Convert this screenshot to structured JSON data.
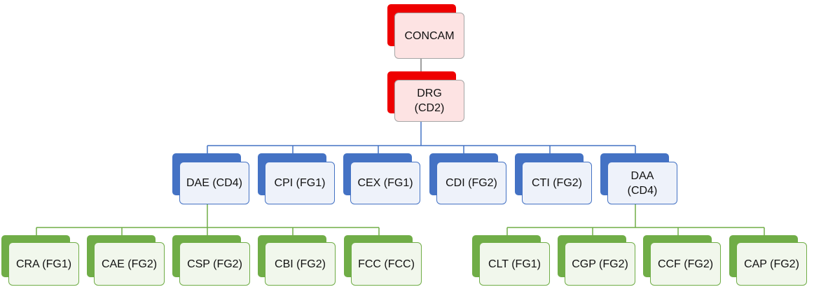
{
  "colors": {
    "top_accent": "#ee0000",
    "top_fill": "#fde3e3",
    "mid_accent": "#4472c4",
    "mid_fill": "#eef2fa",
    "leaf_accent": "#70ad47",
    "leaf_fill": "#f1f7ec"
  },
  "root": {
    "label": "CONCAM"
  },
  "director": {
    "label": "DRG\n(CD2)"
  },
  "departments": [
    {
      "label": "DAE (CD4)"
    },
    {
      "label": "CPI (FG1)"
    },
    {
      "label": "CEX (FG1)"
    },
    {
      "label": "CDI (FG2)"
    },
    {
      "label": "CTI (FG2)"
    },
    {
      "label": "DAA\n(CD4)"
    }
  ],
  "dae_units": [
    {
      "label": "CRA (FG1)"
    },
    {
      "label": "CAE (FG2)"
    },
    {
      "label": "CSP (FG2)"
    },
    {
      "label": "CBI (FG2)"
    },
    {
      "label": "FCC (FCC)"
    }
  ],
  "daa_units": [
    {
      "label": "CLT (FG1)"
    },
    {
      "label": "CGP (FG2)"
    },
    {
      "label": "CCF (FG2)"
    },
    {
      "label": "CAP (FG2)"
    }
  ]
}
